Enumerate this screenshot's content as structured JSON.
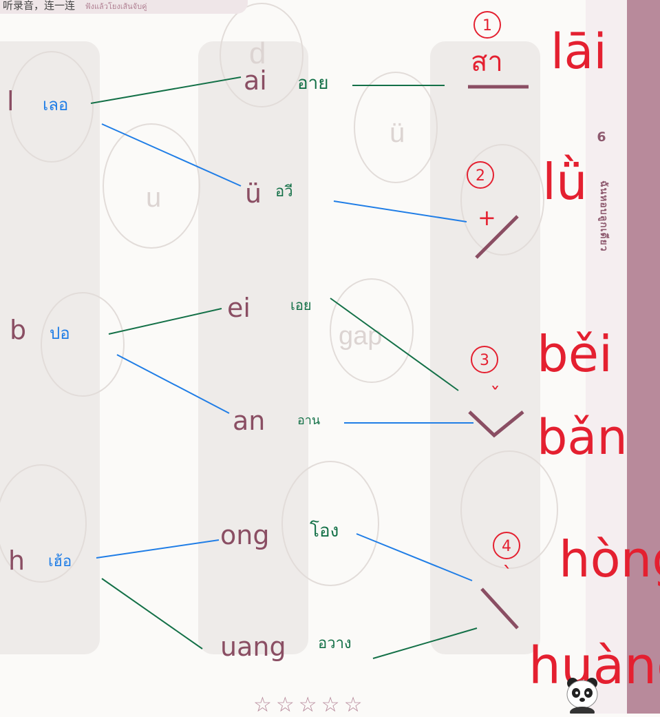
{
  "header": {
    "instruction": "听录音，连一连",
    "instruction_thai": "ฟังแล้วโยงเส้นจับคู่"
  },
  "sidebar": {
    "unit_number": "6",
    "unit_title": "ฉันหอบลูกเดียว"
  },
  "initials": [
    {
      "letter": "l",
      "thai": "เลอ"
    },
    {
      "letter": "b",
      "thai": "ปอ"
    },
    {
      "letter": "h",
      "thai": "เฮ้อ"
    }
  ],
  "finals": [
    {
      "letter": "ai",
      "thai": "อาย"
    },
    {
      "letter": "ü",
      "thai": "อวี"
    },
    {
      "letter": "ei",
      "thai": "เอย"
    },
    {
      "letter": "an",
      "thai": "อาน"
    },
    {
      "letter": "ong",
      "thai": "โอง"
    },
    {
      "letter": "uang",
      "thai": "อวาง"
    }
  ],
  "answers": [
    {
      "number": "1",
      "tone_written": "สา",
      "pinyin": "lāi"
    },
    {
      "number": "2",
      "tone_written": "+",
      "pinyin": "lǜ"
    },
    {
      "number": "3",
      "tone_written": "ˇ",
      "pinyin_1": "běi",
      "pinyin_2": "bǎn"
    },
    {
      "number": "4",
      "tone_written": "ˋ",
      "pinyin_1": "hòng",
      "pinyin_2": "huàng"
    }
  ],
  "balloon_letters": [
    "d",
    "ü",
    "u",
    "gap"
  ],
  "footer": {
    "stars": "☆☆☆☆☆"
  },
  "colors": {
    "pen_blue": "#1f7de6",
    "pen_green": "#137047",
    "pen_red": "#e42030",
    "print_mauve": "#8a4e63"
  }
}
